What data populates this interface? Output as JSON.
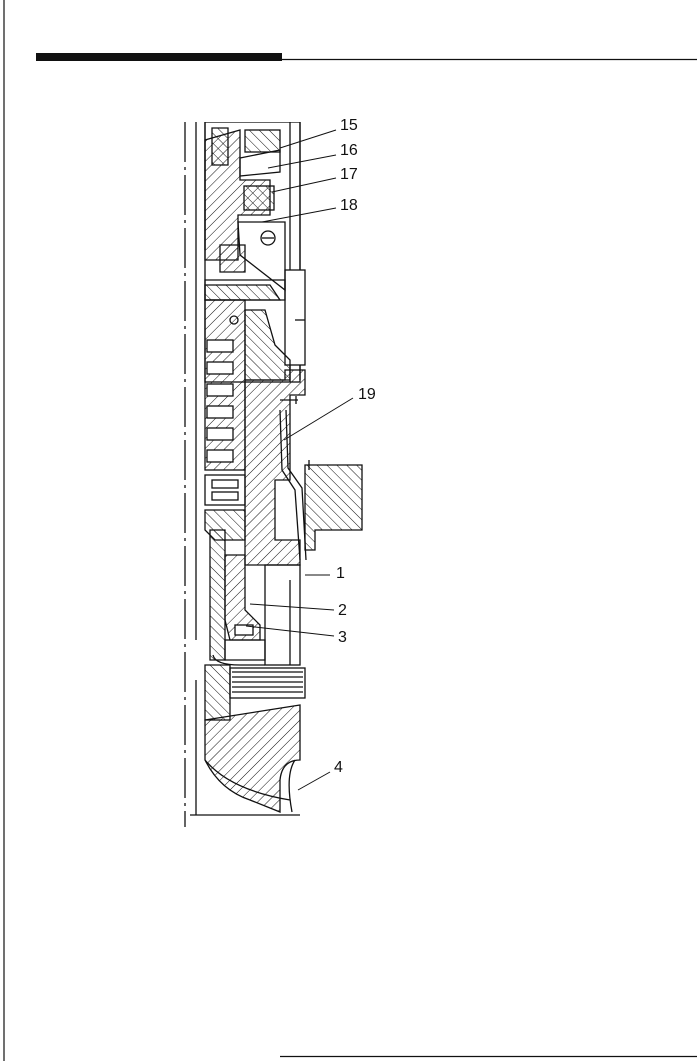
{
  "drawing": {
    "callouts": [
      {
        "id": "c15",
        "text": "15"
      },
      {
        "id": "c16",
        "text": "16"
      },
      {
        "id": "c17",
        "text": "17"
      },
      {
        "id": "c18",
        "text": "18"
      },
      {
        "id": "c19",
        "text": "19"
      },
      {
        "id": "c1",
        "text": "1"
      },
      {
        "id": "c2",
        "text": "2"
      },
      {
        "id": "c3",
        "text": "3"
      },
      {
        "id": "c4",
        "text": "4"
      }
    ]
  },
  "colors": {
    "ink": "#111111",
    "paper": "#ffffff"
  }
}
